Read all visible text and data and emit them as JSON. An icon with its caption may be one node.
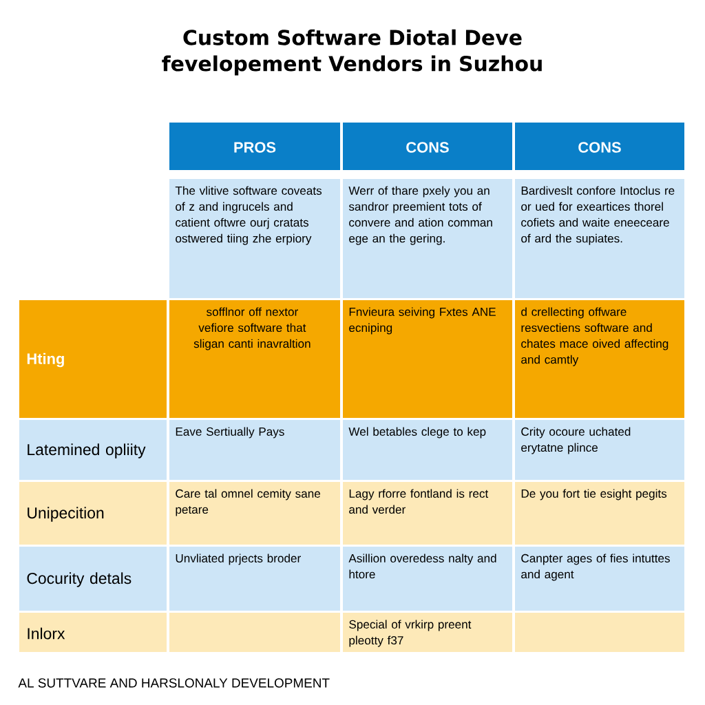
{
  "diagram": {
    "title": "Custom Software Diotal Deve fevelopement Vendors in Suzhou",
    "labels": [
      "PROS",
      "CONS",
      "CONS",
      "The vlitive software coveats of z and ingrucels and catient oftwre ourj cratats ostwered tiing zhe erpiory",
      "Werr of thare pxely you an sandror preemient tots of convere and ation comman ege an the gering.",
      "Bardiveslt confore Intoclus re or ued for exeartices thorel cofiets and waite eneeceare of ard the supiates.",
      "Hting",
      "sofflnor off nextor vefiore software that sligan canti inavraltion",
      "Fnvieura seiving Fxtes ANE ecniping",
      "d crellecting offware resvectiens software and chates mace oived affecting and camtly",
      "Latemined opliity",
      "Eave Sertiually Pays",
      "Wel betables clege to kep",
      "Crity ocoure uchated erytatne plince",
      "Unipecition",
      "Care tal omnel cemity sane petare",
      "Lagy rforre fontland is rect and verder",
      "De you fort tie esight pegits",
      "Cocurity detals",
      "Unvliated prjects broder",
      "Asillion overedess nalty and htore",
      "Canpter ages of fies intuttes and agent",
      "Inlorx",
      "Special of vrkirp preent pleotty f37",
      "AL SUTTVARE AND HARSLONALY DEVELOPMENT"
    ]
  }
}
